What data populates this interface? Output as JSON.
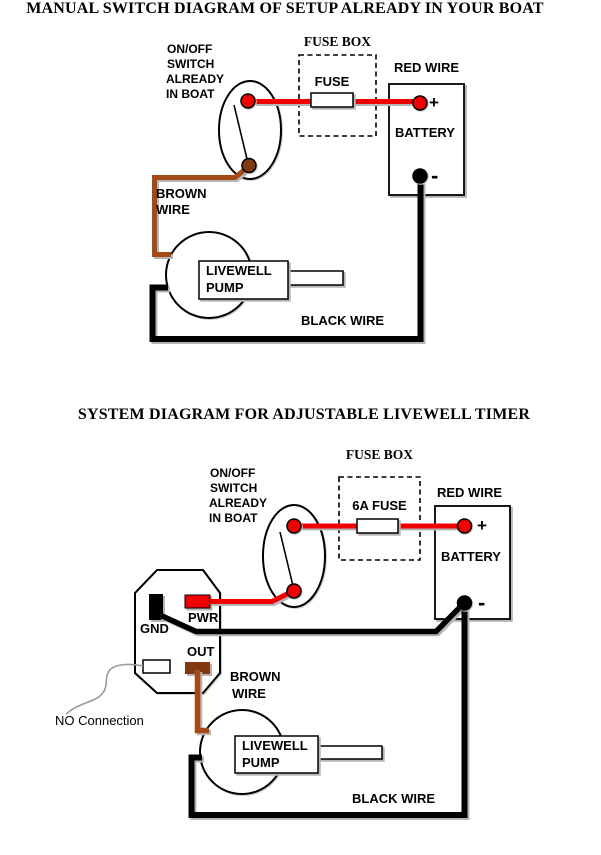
{
  "colors": {
    "red": "#f20000",
    "brown_wire": "#a34a16",
    "brown_dark": "#7f3a12",
    "black": "#000000",
    "squiggle": "#9a9a9a"
  },
  "diagram1": {
    "title": "MANUAL SWITCH DIAGRAM OF SETUP ALREADY IN YOUR BOAT",
    "switch_lines": [
      "ON/OFF",
      "SWITCH",
      "ALREADY",
      "IN BOAT"
    ],
    "fuse_box": "FUSE BOX",
    "fuse": "FUSE",
    "red_wire": "RED WIRE",
    "plus": "+",
    "battery": "BATTERY",
    "minus": "-",
    "brown_lines": [
      "BROWN",
      "WIRE"
    ],
    "pump_lines": [
      "LIVEWELL",
      "PUMP"
    ],
    "black_wire": "BLACK WIRE"
  },
  "diagram2": {
    "title": "SYSTEM DIAGRAM FOR ADJUSTABLE LIVEWELL TIMER",
    "fuse_box": "FUSE BOX",
    "fuse": "6A FUSE",
    "red_wire": "RED WIRE",
    "plus": "+",
    "battery": "BATTERY",
    "minus": "-",
    "switch_lines": [
      "ON/OFF",
      "SWITCH",
      "ALREADY",
      "IN BOAT"
    ],
    "gnd": "GND",
    "pwr": "PWR",
    "out": "OUT",
    "no_connection": "NO Connection",
    "brown_lines": [
      "BROWN",
      "WIRE"
    ],
    "pump_lines": [
      "LIVEWELL",
      "PUMP"
    ],
    "black_wire": "BLACK WIRE"
  }
}
